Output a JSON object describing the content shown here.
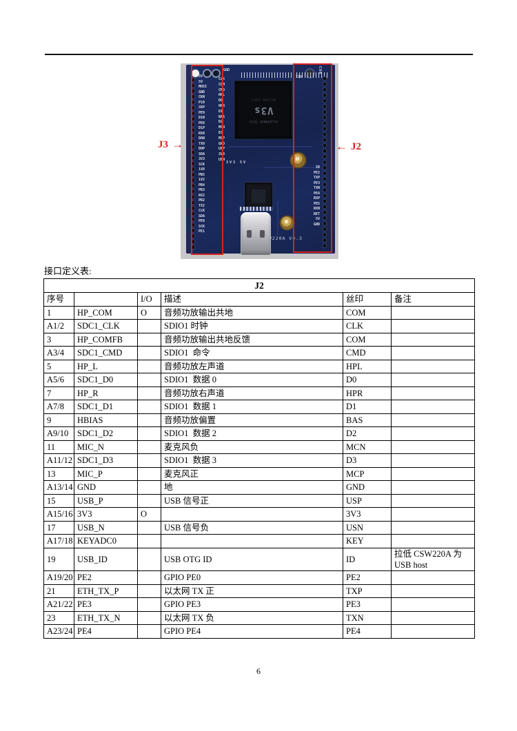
{
  "page": {
    "number": "6"
  },
  "section": {
    "caption": "接口定义表:"
  },
  "annotations": {
    "accent_color": "#d8231d",
    "j3_text": "J3",
    "j3_arrow": "→",
    "j2_text": "J2",
    "j2_arrow": "←"
  },
  "board_photo": {
    "chip_name": "V3s",
    "chip_logo": "ALLWINNER TECH",
    "chip_code": "N71188 21F2",
    "model_silkscreen": "CSW220A  V0.3",
    "gnd_label": "GND",
    "con_label": "CON",
    "i28_label": "I28",
    "power_label": "3V3 5V",
    "left_outer_labels": [
      "5V",
      "5V",
      "MOSI",
      "GND",
      "CKN",
      "P10",
      "CKP",
      "PE9",
      "D1N",
      "PE8",
      "D1P",
      "RX0",
      "DON",
      "TX0",
      "DOP",
      "SDA",
      "3V3",
      "SCK",
      "1V8",
      "PB5",
      "1V2",
      "PB4",
      "PB3",
      "RX2",
      "PB2",
      "TX2",
      "CLK",
      "SDA",
      "PE0",
      "SCK",
      "PE1"
    ],
    "left_inner_labels": [
      "CLK",
      "COM",
      "CMD",
      "HPL",
      "D0",
      "HPR",
      "D1",
      "BAS",
      "D2",
      "MCN",
      "D3",
      "MCP",
      "GND",
      "USP",
      "3V3",
      "USN"
    ],
    "right_labels": [
      "ID",
      "PE2",
      "TXP",
      "PE3",
      "TXN",
      "PE4",
      "RXP",
      "PE5",
      "RXN",
      "RET",
      "5V",
      "GND"
    ]
  },
  "table": {
    "title": "J2",
    "headers": [
      "序号",
      "",
      "I/O",
      "描述",
      "丝印",
      "备注"
    ],
    "rows": [
      [
        "1",
        "HP_COM",
        "O",
        "音频功放输出共地",
        "COM",
        ""
      ],
      [
        "A1/2",
        "SDC1_CLK",
        "",
        "SDIO1 时钟",
        "CLK",
        ""
      ],
      [
        "3",
        "HP_COMFB",
        "",
        "音频功放输出共地反馈",
        "COM",
        ""
      ],
      [
        "A3/4",
        "SDC1_CMD",
        "",
        "SDIO1  命令",
        "CMD",
        ""
      ],
      [
        "5",
        "HP_L",
        "",
        "音频功放左声道",
        "HPL",
        ""
      ],
      [
        "A5/6",
        "SDC1_D0",
        "",
        "SDIO1  数据 0",
        "D0",
        ""
      ],
      [
        "7",
        "HP_R",
        "",
        "音频功放右声道",
        "HPR",
        ""
      ],
      [
        "A7/8",
        "SDC1_D1",
        "",
        "SDIO1  数据 1",
        "D1",
        ""
      ],
      [
        "9",
        "HBIAS",
        "",
        "音频功放偏置",
        "BAS",
        ""
      ],
      [
        "A9/10",
        "SDC1_D2",
        "",
        "SDIO1  数据 2",
        "D2",
        ""
      ],
      [
        "11",
        "MIC_N",
        "",
        "麦克风负",
        "MCN",
        ""
      ],
      [
        "A11/12",
        "SDC1_D3",
        "",
        "SDIO1  数据 3",
        "D3",
        ""
      ],
      [
        "13",
        "MIC_P",
        "",
        "麦克风正",
        "MCP",
        ""
      ],
      [
        "A13/14",
        "GND",
        "",
        "地",
        "GND",
        ""
      ],
      [
        "15",
        "USB_P",
        "",
        "USB 信号正",
        "USP",
        ""
      ],
      [
        "A15/16",
        "3V3",
        "O",
        "",
        "3V3",
        ""
      ],
      [
        "17",
        "USB_N",
        "",
        "USB 信号负",
        "USN",
        ""
      ],
      [
        "A17/18",
        "KEYADC0",
        "",
        "",
        "KEY",
        ""
      ],
      [
        "19",
        "USB_ID",
        "",
        "USB OTG ID",
        "ID",
        "拉低 CSW220A 为 USB host"
      ],
      [
        "A19/20",
        "PE2",
        "",
        "GPIO PE0",
        "PE2",
        ""
      ],
      [
        "21",
        "ETH_TX_P",
        "",
        "以太网 TX 正",
        "TXP",
        ""
      ],
      [
        "A21/22",
        "PE3",
        "",
        "GPIO PE3",
        "PE3",
        ""
      ],
      [
        "23",
        "ETH_TX_N",
        "",
        "以太网 TX 负",
        "TXN",
        ""
      ],
      [
        "A23/24",
        "PE4",
        "",
        "GPIO PE4",
        "PE4",
        ""
      ]
    ]
  }
}
